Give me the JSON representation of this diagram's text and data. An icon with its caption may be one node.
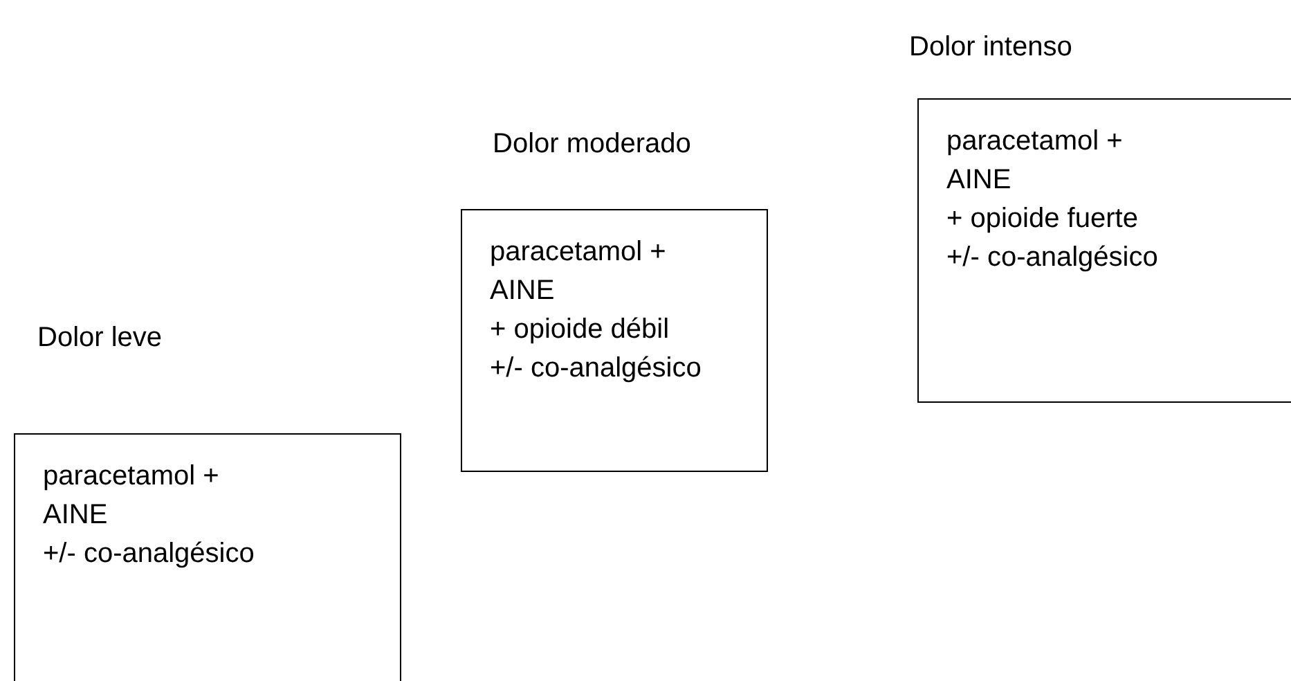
{
  "diagram": {
    "nodes": [
      {
        "text": [
          "Dolor leve",
          "paracetamol +",
          "AINE",
          "+/- co-analgésico"
        ]
      },
      {
        "text": [
          "Dolor moderado",
          "paracetamol +",
          "AINE",
          "+ opioide débil",
          "+/- co-analgésico"
        ]
      },
      {
        "text": [
          "Dolor intenso",
          "paracetamol +",
          "AINE",
          "+ opioide fuerte",
          "+/- co-analgésico"
        ]
      }
    ]
  }
}
